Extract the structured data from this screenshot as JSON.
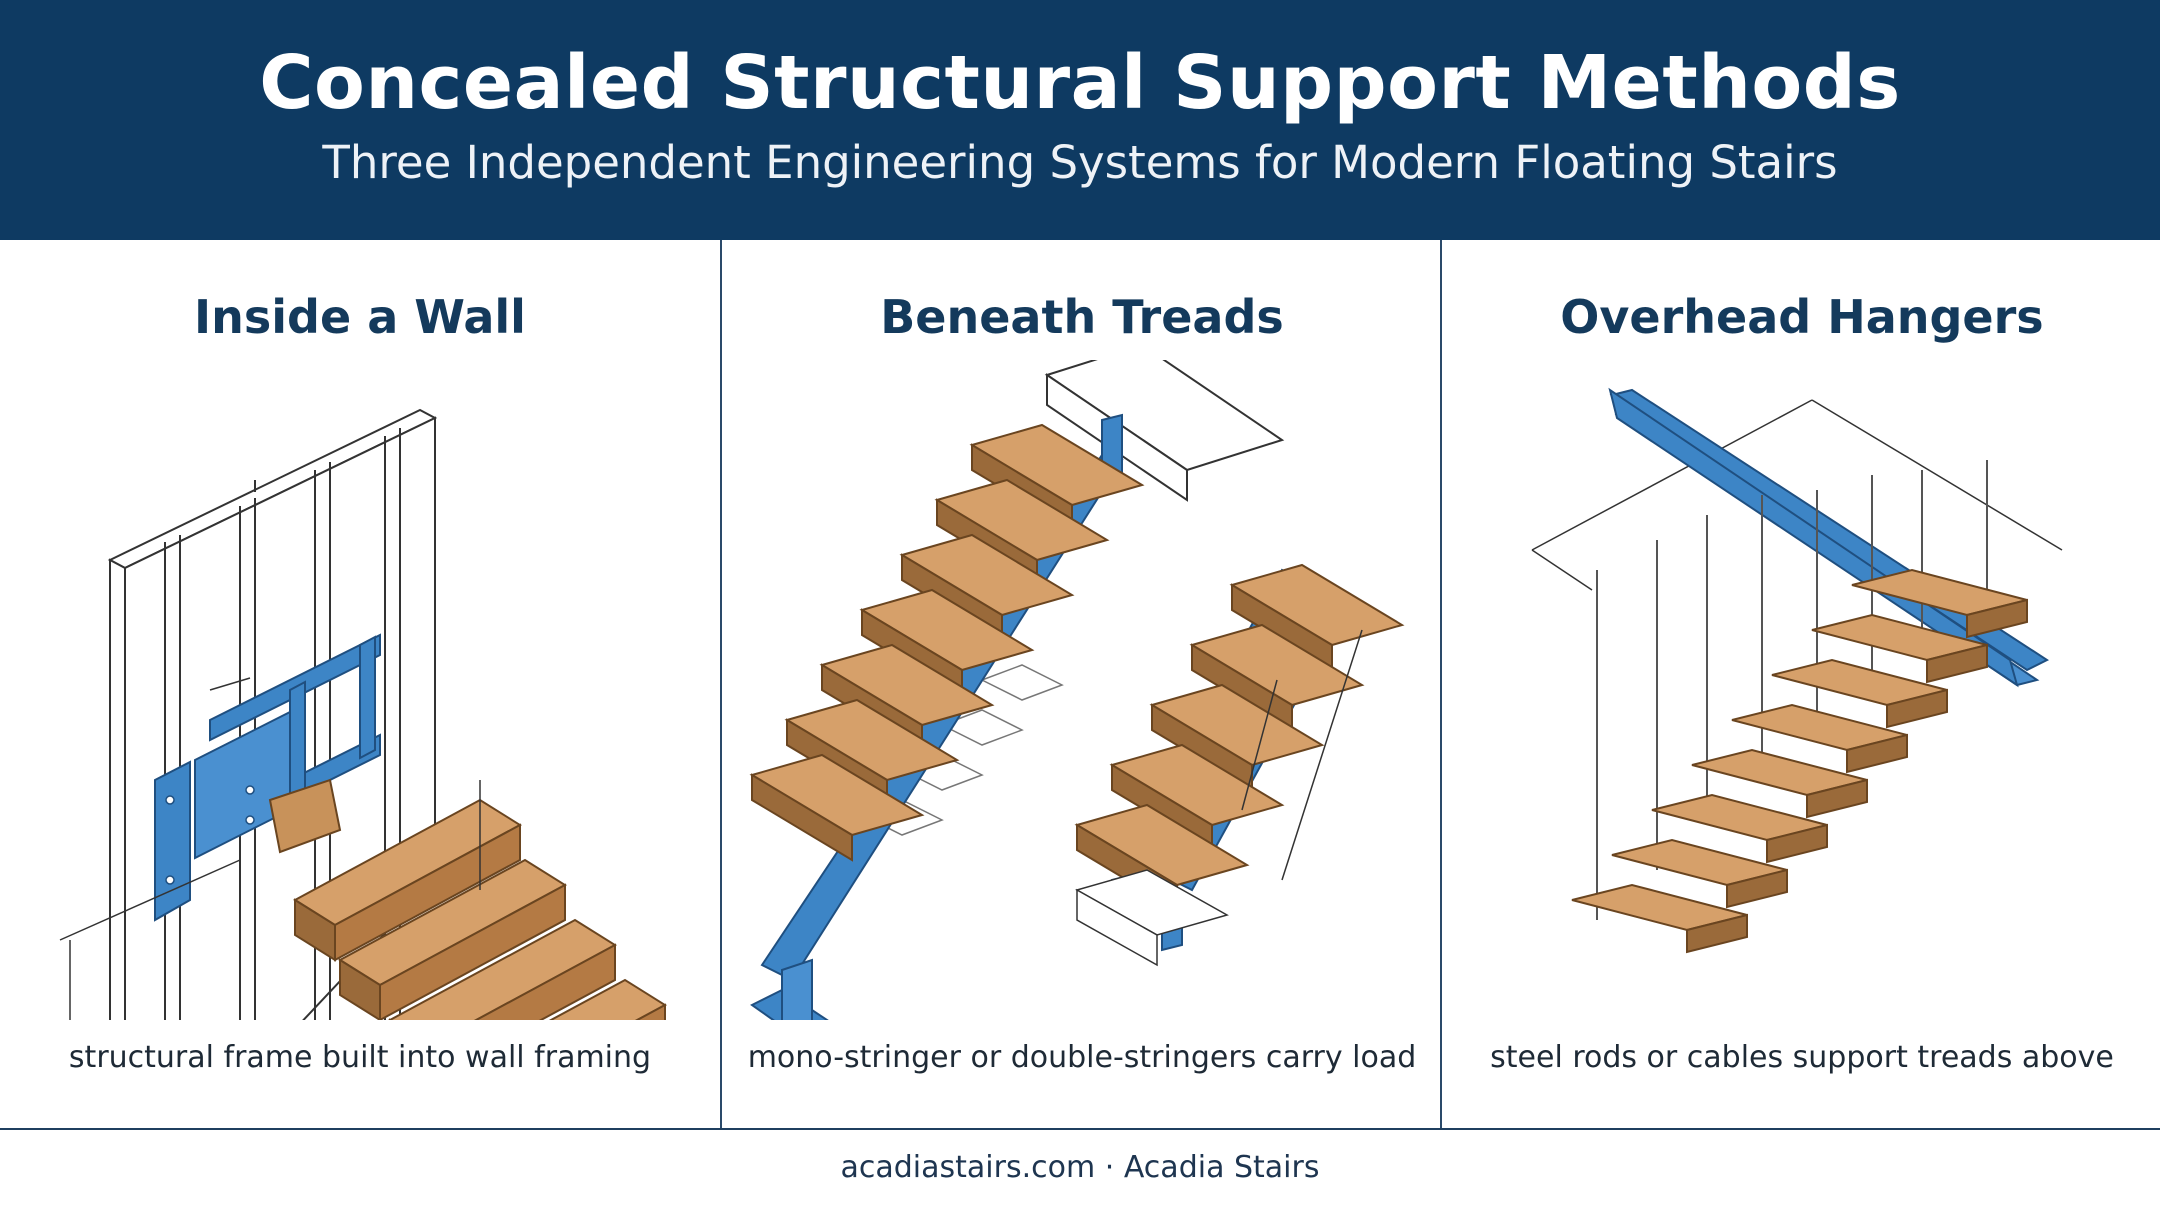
{
  "header": {
    "title": "Concealed Structural Support Methods",
    "subtitle": "Three Independent Engineering Systems for Modern Floating Stairs"
  },
  "panels": [
    {
      "title": "Inside a Wall",
      "caption": "structural frame built into wall framing",
      "illustration": "wall-mounted-stair-illustration"
    },
    {
      "title": "Beneath Treads",
      "caption": "mono-stringer or double-stringers carry load",
      "illustration": "stringer-stair-illustration"
    },
    {
      "title": "Overhead Hangers",
      "caption": "steel rods or cables support treads above",
      "illustration": "hanging-rod-stair-illustration"
    }
  ],
  "footer": {
    "text": "acadiastairs.com · Acadia Stairs"
  },
  "colors": {
    "header_bg": "#0e3a62",
    "steel": "#3d85c6",
    "wood": "#c8925a",
    "wood_dark": "#9a6a3a",
    "line": "#333333"
  }
}
